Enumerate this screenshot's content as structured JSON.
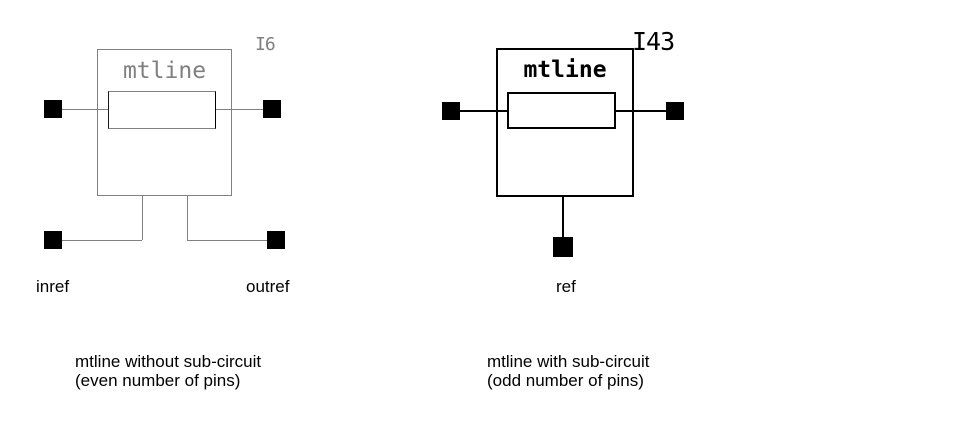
{
  "colors": {
    "background": "#ffffff",
    "left_symbol_stroke": "#808080",
    "right_symbol_stroke": "#000000",
    "pin_fill": "#000000",
    "label_text": "#000000"
  },
  "left_figure": {
    "instance_label": "I6",
    "component_label": "mtline",
    "pins": {
      "bottom_left_label": "inref",
      "bottom_right_label": "outref"
    },
    "caption": {
      "line1": "mtline without sub-circuit",
      "line2": "(even number of pins)"
    }
  },
  "right_figure": {
    "instance_label": "I43",
    "component_label": "mtline",
    "pins": {
      "bottom_label": "ref"
    },
    "caption": {
      "line1": "mtline with sub-circuit",
      "line2": "(odd number of pins)"
    }
  }
}
